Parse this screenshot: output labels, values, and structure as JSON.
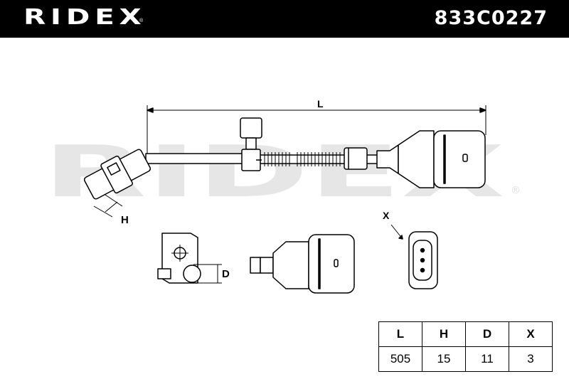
{
  "header": {
    "brand": "RIDEX",
    "part_number": "833C0227"
  },
  "watermark": "RIDEX",
  "labels": {
    "length": "L",
    "height": "H",
    "diameter": "D",
    "pin_view": "X"
  },
  "table": {
    "headers": [
      "L",
      "H",
      "D",
      "X"
    ],
    "values": [
      "505",
      "15",
      "11",
      "3"
    ]
  }
}
